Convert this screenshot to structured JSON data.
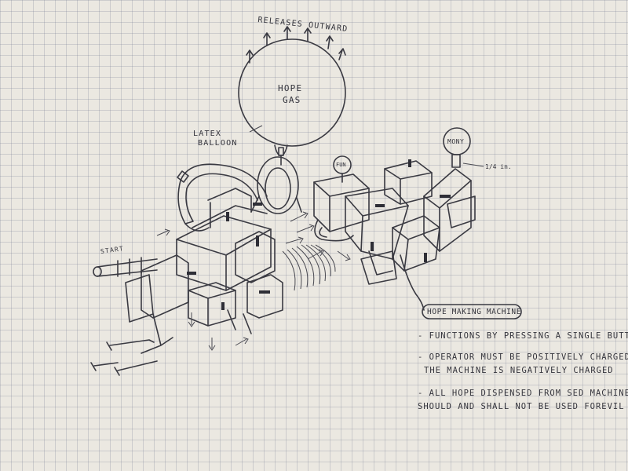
{
  "labels": {
    "releases": "RELEASES OUTWARD",
    "hope": "HOPE",
    "gas": "GAS",
    "latex": "LATEX",
    "balloon": "BALLOON",
    "fun": "FUN",
    "money": "MONY",
    "fraction": "1/4 in.",
    "start": "START",
    "title": "HOPE MAKING MACHINE"
  },
  "notes": {
    "n1": "- FUNCTIONS BY PRESSING A SINGLE BUTTON",
    "n2a": "- OPERATOR MUST BE POSITIVELY CHARGED AS TO",
    "n2b": "THE MACHINE IS NEGATIVELY CHARGED",
    "n3a": "- ALL HOPE DISPENSED FROM SED MACHINE",
    "n3b": "SHOULD AND SHALL NOT BE USED FOREVIL"
  }
}
